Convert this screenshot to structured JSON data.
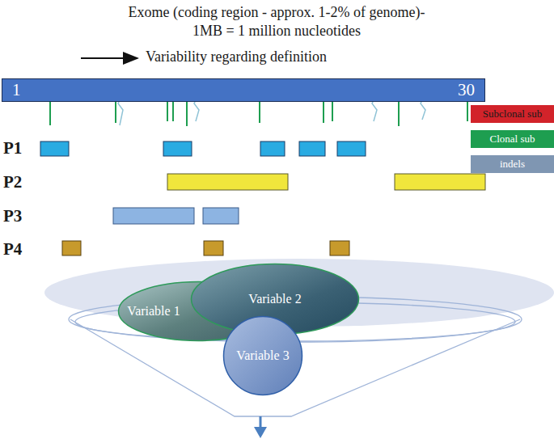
{
  "diagram": {
    "title": "Exome (coding region - approx. 1-2% of genome)- 1MB = 1 million nucleotides",
    "nodes": [
      {
        "text": [
          "1",
          "30"
        ]
      },
      {
        "text": [
          "Variable 1"
        ]
      },
      {
        "text": [
          "Variable 2"
        ]
      },
      {
        "text": [
          "Variable 3"
        ]
      }
    ],
    "labels": [
      "Variability regarding definition",
      "P1",
      "P2",
      "P3",
      "P4"
    ],
    "legend": [
      {
        "text": "Subclonal sub",
        "color": "#d2232a"
      },
      {
        "text": "Clonal sub",
        "color": "#1e9e50"
      },
      {
        "text": "indels",
        "color": "#7f96b2"
      }
    ]
  }
}
